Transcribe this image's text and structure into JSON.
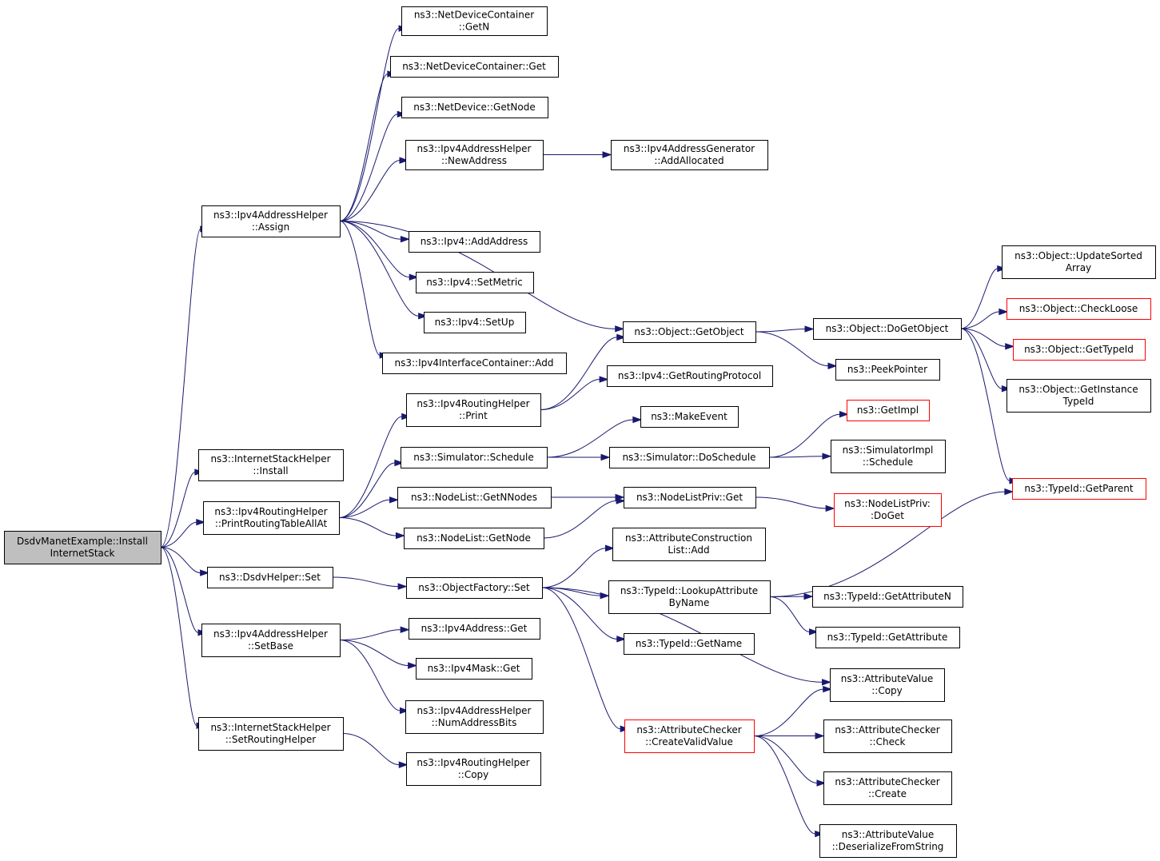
{
  "colors": {
    "edge": "#191970",
    "root_fill": "#bfbfbf",
    "truncated_border": "#ff0000"
  },
  "nodes": [
    {
      "id": "root",
      "lines": [
        "DsdvManetExample::Install",
        "InternetStack"
      ],
      "style": "root"
    },
    {
      "id": "ndc_getn",
      "lines": [
        "ns3::NetDeviceContainer",
        "::GetN"
      ]
    },
    {
      "id": "ndc_get",
      "lines": [
        "ns3::NetDeviceContainer::Get"
      ]
    },
    {
      "id": "nd_getnode",
      "lines": [
        "ns3::NetDevice::GetNode"
      ]
    },
    {
      "id": "iah_newaddr",
      "lines": [
        "ns3::Ipv4AddressHelper",
        "::NewAddress"
      ]
    },
    {
      "id": "iag_addalloc",
      "lines": [
        "ns3::Ipv4AddressGenerator",
        "::AddAllocated"
      ]
    },
    {
      "id": "iah_assign",
      "lines": [
        "ns3::Ipv4AddressHelper",
        "::Assign"
      ]
    },
    {
      "id": "ipv4_addaddr",
      "lines": [
        "ns3::Ipv4::AddAddress"
      ]
    },
    {
      "id": "ipv4_setmetric",
      "lines": [
        "ns3::Ipv4::SetMetric"
      ]
    },
    {
      "id": "ipv4_setup",
      "lines": [
        "ns3::Ipv4::SetUp"
      ]
    },
    {
      "id": "iic_add",
      "lines": [
        "ns3::Ipv4InterfaceContainer::Add"
      ]
    },
    {
      "id": "obj_getobject",
      "lines": [
        "ns3::Object::GetObject"
      ]
    },
    {
      "id": "obj_dogetobject",
      "lines": [
        "ns3::Object::DoGetObject"
      ]
    },
    {
      "id": "obj_updatesorted",
      "lines": [
        "ns3::Object::UpdateSorted",
        "Array"
      ]
    },
    {
      "id": "obj_checkloose",
      "lines": [
        "ns3::Object::CheckLoose"
      ],
      "style": "trunc"
    },
    {
      "id": "obj_gettypeid",
      "lines": [
        "ns3::Object::GetTypeId"
      ],
      "style": "trunc"
    },
    {
      "id": "obj_getinstancetypeid",
      "lines": [
        "ns3::Object::GetInstance",
        "TypeId"
      ]
    },
    {
      "id": "peekpointer",
      "lines": [
        "ns3::PeekPointer"
      ]
    },
    {
      "id": "ipv4_getroutingprotocol",
      "lines": [
        "ns3::Ipv4::GetRoutingProtocol"
      ]
    },
    {
      "id": "irh_print",
      "lines": [
        "ns3::Ipv4RoutingHelper",
        "::Print"
      ]
    },
    {
      "id": "makeevent",
      "lines": [
        "ns3::MakeEvent"
      ]
    },
    {
      "id": "getimpl",
      "lines": [
        "ns3::GetImpl"
      ],
      "style": "trunc"
    },
    {
      "id": "ish_install",
      "lines": [
        "ns3::InternetStackHelper",
        "::Install"
      ]
    },
    {
      "id": "sim_schedule",
      "lines": [
        "ns3::Simulator::Schedule"
      ]
    },
    {
      "id": "sim_doschedule",
      "lines": [
        "ns3::Simulator::DoSchedule"
      ]
    },
    {
      "id": "simimpl_schedule",
      "lines": [
        "ns3::SimulatorImpl",
        "::Schedule"
      ]
    },
    {
      "id": "typeid_getparent",
      "lines": [
        "ns3::TypeId::GetParent"
      ],
      "style": "trunc"
    },
    {
      "id": "irh_printall",
      "lines": [
        "ns3::Ipv4RoutingHelper",
        "::PrintRoutingTableAllAt"
      ]
    },
    {
      "id": "nl_getnnodes",
      "lines": [
        "ns3::NodeList::GetNNodes"
      ]
    },
    {
      "id": "nlp_get",
      "lines": [
        "ns3::NodeListPriv::Get"
      ]
    },
    {
      "id": "nlp_doget",
      "lines": [
        "ns3::NodeListPriv:",
        ":DoGet"
      ],
      "style": "trunc"
    },
    {
      "id": "nl_getnode",
      "lines": [
        "ns3::NodeList::GetNode"
      ]
    },
    {
      "id": "acl_add",
      "lines": [
        "ns3::AttributeConstruction",
        "List::Add"
      ]
    },
    {
      "id": "dsdv_set",
      "lines": [
        "ns3::DsdvHelper::Set"
      ]
    },
    {
      "id": "of_set",
      "lines": [
        "ns3::ObjectFactory::Set"
      ]
    },
    {
      "id": "typeid_lookupattr",
      "lines": [
        "ns3::TypeId::LookupAttribute",
        "ByName"
      ]
    },
    {
      "id": "typeid_getattrn",
      "lines": [
        "ns3::TypeId::GetAttributeN"
      ]
    },
    {
      "id": "typeid_getattr",
      "lines": [
        "ns3::TypeId::GetAttribute"
      ]
    },
    {
      "id": "iah_setbase",
      "lines": [
        "ns3::Ipv4AddressHelper",
        "::SetBase"
      ]
    },
    {
      "id": "ipv4addr_get",
      "lines": [
        "ns3::Ipv4Address::Get"
      ]
    },
    {
      "id": "typeid_getname",
      "lines": [
        "ns3::TypeId::GetName"
      ]
    },
    {
      "id": "ipv4mask_get",
      "lines": [
        "ns3::Ipv4Mask::Get"
      ]
    },
    {
      "id": "av_copy",
      "lines": [
        "ns3::AttributeValue",
        "::Copy"
      ]
    },
    {
      "id": "iah_numaddrbits",
      "lines": [
        "ns3::Ipv4AddressHelper",
        "::NumAddressBits"
      ]
    },
    {
      "id": "ish_setrouting",
      "lines": [
        "ns3::InternetStackHelper",
        "::SetRoutingHelper"
      ]
    },
    {
      "id": "ac_createvalid",
      "lines": [
        "ns3::AttributeChecker",
        "::CreateValidValue"
      ],
      "style": "trunc"
    },
    {
      "id": "ac_check",
      "lines": [
        "ns3::AttributeChecker",
        "::Check"
      ]
    },
    {
      "id": "irh_copy",
      "lines": [
        "ns3::Ipv4RoutingHelper",
        "::Copy"
      ]
    },
    {
      "id": "ac_create",
      "lines": [
        "ns3::AttributeChecker",
        "::Create"
      ]
    },
    {
      "id": "av_deserialize",
      "lines": [
        "ns3::AttributeValue",
        "::DeserializeFromString"
      ]
    }
  ],
  "edges": [
    {
      "from": "root",
      "to": "iah_assign"
    },
    {
      "from": "root",
      "to": "ish_install"
    },
    {
      "from": "root",
      "to": "irh_printall"
    },
    {
      "from": "root",
      "to": "dsdv_set"
    },
    {
      "from": "root",
      "to": "iah_setbase"
    },
    {
      "from": "root",
      "to": "ish_setrouting"
    },
    {
      "from": "iah_assign",
      "to": "ndc_getn"
    },
    {
      "from": "iah_assign",
      "to": "ndc_get"
    },
    {
      "from": "iah_assign",
      "to": "nd_getnode"
    },
    {
      "from": "iah_assign",
      "to": "iah_newaddr"
    },
    {
      "from": "iah_assign",
      "to": "obj_getobject"
    },
    {
      "from": "iah_assign",
      "to": "ipv4_addaddr"
    },
    {
      "from": "iah_assign",
      "to": "ipv4_setmetric"
    },
    {
      "from": "iah_assign",
      "to": "ipv4_setup"
    },
    {
      "from": "iah_assign",
      "to": "iic_add"
    },
    {
      "from": "iah_newaddr",
      "to": "iag_addalloc"
    },
    {
      "from": "obj_getobject",
      "to": "obj_dogetobject"
    },
    {
      "from": "obj_getobject",
      "to": "peekpointer"
    },
    {
      "from": "obj_dogetobject",
      "to": "obj_updatesorted"
    },
    {
      "from": "obj_dogetobject",
      "to": "obj_checkloose"
    },
    {
      "from": "obj_dogetobject",
      "to": "obj_gettypeid"
    },
    {
      "from": "obj_dogetobject",
      "to": "obj_getinstancetypeid"
    },
    {
      "from": "obj_dogetobject",
      "to": "typeid_getparent"
    },
    {
      "from": "irh_printall",
      "to": "irh_print"
    },
    {
      "from": "irh_printall",
      "to": "sim_schedule"
    },
    {
      "from": "irh_printall",
      "to": "nl_getnnodes"
    },
    {
      "from": "irh_printall",
      "to": "nl_getnode"
    },
    {
      "from": "irh_print",
      "to": "obj_getobject"
    },
    {
      "from": "irh_print",
      "to": "ipv4_getroutingprotocol"
    },
    {
      "from": "sim_schedule",
      "to": "makeevent"
    },
    {
      "from": "sim_schedule",
      "to": "sim_doschedule"
    },
    {
      "from": "sim_doschedule",
      "to": "getimpl"
    },
    {
      "from": "sim_doschedule",
      "to": "simimpl_schedule"
    },
    {
      "from": "nl_getnnodes",
      "to": "nlp_get"
    },
    {
      "from": "nl_getnode",
      "to": "nlp_get"
    },
    {
      "from": "nlp_get",
      "to": "nlp_doget"
    },
    {
      "from": "dsdv_set",
      "to": "of_set"
    },
    {
      "from": "of_set",
      "to": "acl_add"
    },
    {
      "from": "of_set",
      "to": "typeid_lookupattr"
    },
    {
      "from": "of_set",
      "to": "typeid_getname"
    },
    {
      "from": "of_set",
      "to": "av_copy"
    },
    {
      "from": "of_set",
      "to": "ac_createvalid"
    },
    {
      "from": "typeid_lookupattr",
      "to": "typeid_getparent"
    },
    {
      "from": "typeid_lookupattr",
      "to": "typeid_getattrn"
    },
    {
      "from": "typeid_lookupattr",
      "to": "typeid_getattr"
    },
    {
      "from": "iah_setbase",
      "to": "ipv4addr_get"
    },
    {
      "from": "iah_setbase",
      "to": "ipv4mask_get"
    },
    {
      "from": "iah_setbase",
      "to": "iah_numaddrbits"
    },
    {
      "from": "ish_setrouting",
      "to": "irh_copy"
    },
    {
      "from": "ac_createvalid",
      "to": "av_copy"
    },
    {
      "from": "ac_createvalid",
      "to": "ac_check"
    },
    {
      "from": "ac_createvalid",
      "to": "ac_create"
    },
    {
      "from": "ac_createvalid",
      "to": "av_deserialize"
    }
  ]
}
